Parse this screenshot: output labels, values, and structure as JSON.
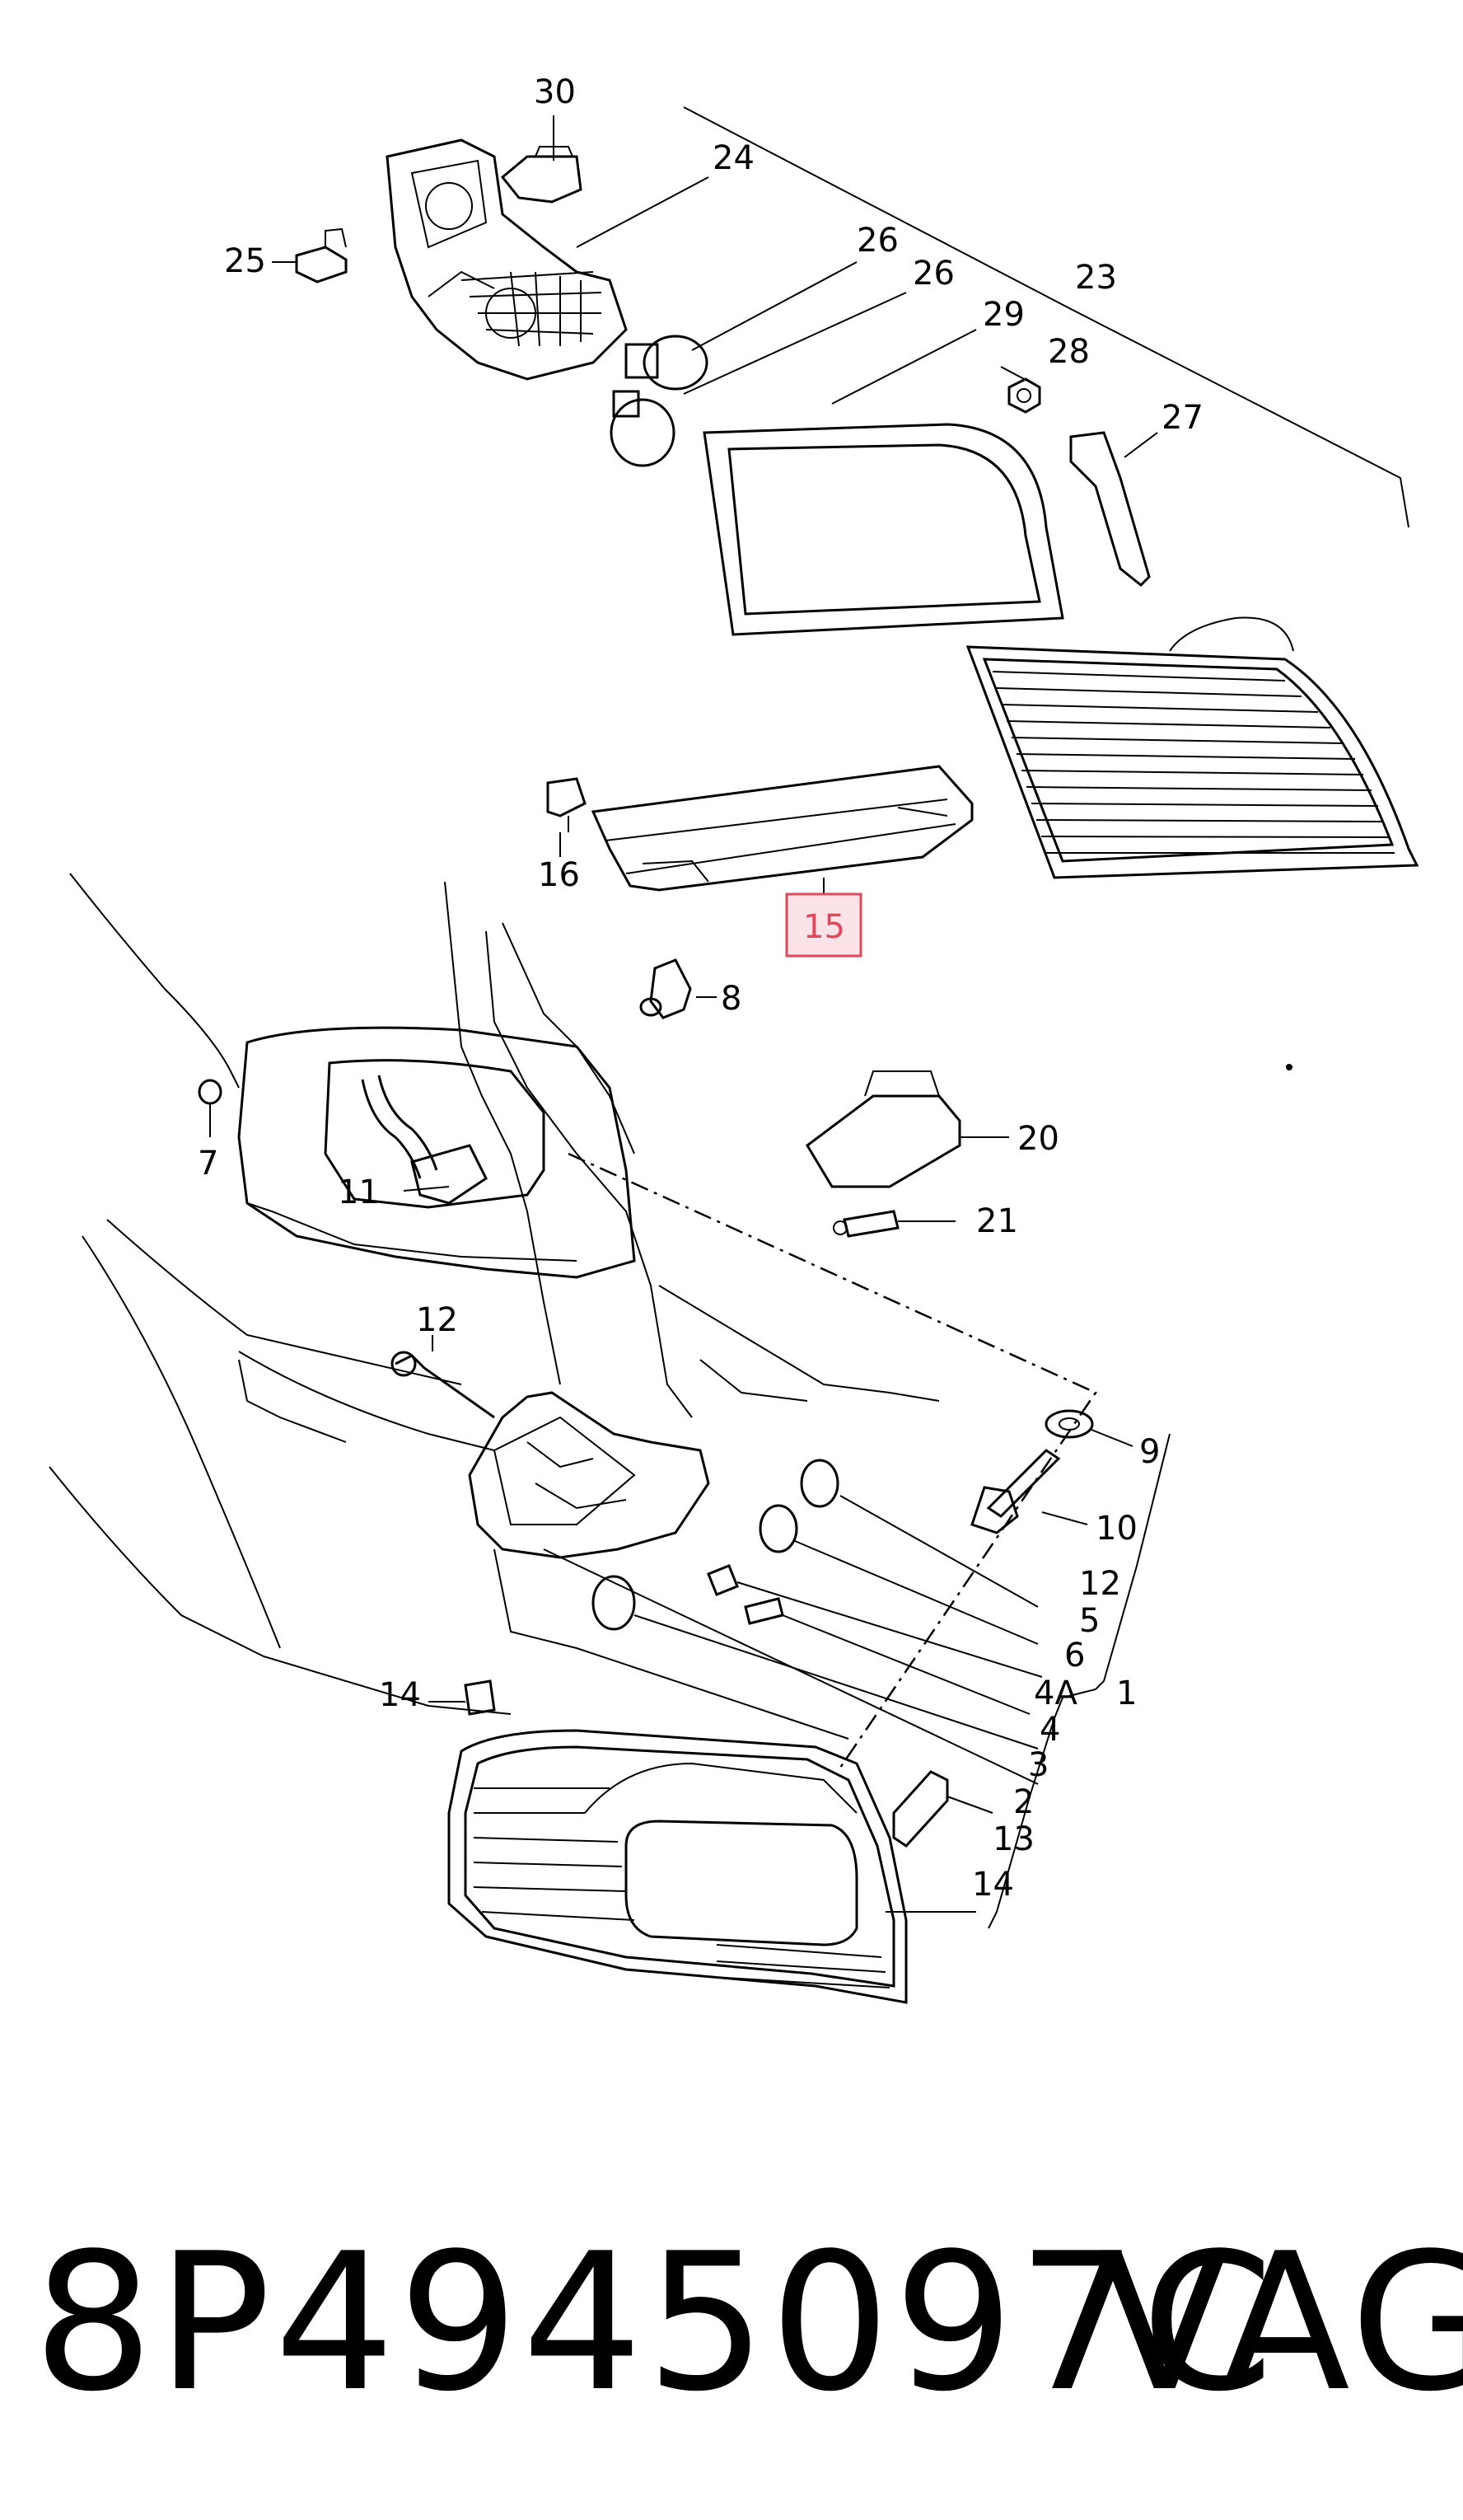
{
  "diagram": {
    "callouts": [
      {
        "id": "c30",
        "label": "30"
      },
      {
        "id": "c24",
        "label": "24"
      },
      {
        "id": "c25",
        "label": "25"
      },
      {
        "id": "c26a",
        "label": "26"
      },
      {
        "id": "c26b",
        "label": "26"
      },
      {
        "id": "c23",
        "label": "23"
      },
      {
        "id": "c29",
        "label": "29"
      },
      {
        "id": "c28",
        "label": "28"
      },
      {
        "id": "c27",
        "label": "27"
      },
      {
        "id": "c16",
        "label": "16"
      },
      {
        "id": "c15",
        "label": "15"
      },
      {
        "id": "c8",
        "label": "8"
      },
      {
        "id": "c7",
        "label": "7"
      },
      {
        "id": "c11",
        "label": "11"
      },
      {
        "id": "c20",
        "label": "20"
      },
      {
        "id": "c21",
        "label": "21"
      },
      {
        "id": "c12a",
        "label": "12"
      },
      {
        "id": "c9",
        "label": "9"
      },
      {
        "id": "c10",
        "label": "10"
      },
      {
        "id": "c12b",
        "label": "12"
      },
      {
        "id": "c5",
        "label": "5"
      },
      {
        "id": "c6",
        "label": "6"
      },
      {
        "id": "c4A",
        "label": "4A"
      },
      {
        "id": "c1",
        "label": "1"
      },
      {
        "id": "c4",
        "label": "4"
      },
      {
        "id": "c3",
        "label": "3"
      },
      {
        "id": "c2",
        "label": "2"
      },
      {
        "id": "c14a",
        "label": "14"
      },
      {
        "id": "c13",
        "label": "13"
      },
      {
        "id": "c14b",
        "label": "14"
      }
    ],
    "highlighted_label": "15",
    "highlight_color": "#e0485c",
    "highlight_fill": "#fbe3e8"
  },
  "caption": {
    "part_number": "8P4945097C",
    "brand": "VAG"
  }
}
